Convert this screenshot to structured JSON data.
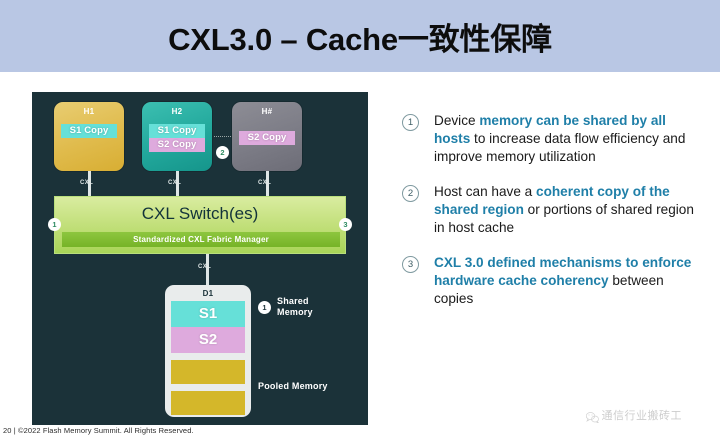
{
  "header": {
    "title": "CXL3.0 – Cache一致性保障",
    "band_color": "#b9c7e4"
  },
  "diagram": {
    "background": "#1b3239",
    "hosts": [
      {
        "label": "H1",
        "color": "#e0bb4c",
        "copies": [
          {
            "text": "S1 Copy",
            "color": "#66e0d8"
          }
        ]
      },
      {
        "label": "H2",
        "color": "#22a89c",
        "copies": [
          {
            "text": "S1 Copy",
            "color": "#66e0d8"
          },
          {
            "text": "S2 Copy",
            "color": "#deaadd"
          }
        ]
      },
      {
        "label": "H#",
        "color": "#7c7c86",
        "copies": [
          {
            "text": "S2 Copy",
            "color": "#deaadd"
          }
        ]
      }
    ],
    "link_labels": {
      "cxl_h1": "CXL",
      "cxl_h2": "CXL",
      "cxl_hx": "CXL",
      "cxl_device": "CXL"
    },
    "switch": {
      "title": "CXL Switch(es)",
      "fabric_manager": "Standardized CXL Fabric Manager",
      "color": "#c3e07c"
    },
    "device": {
      "label": "D1",
      "shared_rows": [
        {
          "text": "S1",
          "color": "#66e0d8"
        },
        {
          "text": "S2",
          "color": "#deaadd"
        }
      ],
      "pooled_rows": [
        {
          "text": "",
          "color": "#d4b72a"
        },
        {
          "text": "",
          "color": "#d4b72a"
        }
      ]
    },
    "annotations": {
      "shared_memory_line1": "Shared",
      "shared_memory_line2": "Memory",
      "pooled_memory": "Pooled Memory"
    },
    "badges": {
      "switch_left": "1",
      "switch_right": "3",
      "host_link": "2",
      "shared_memory": "1"
    }
  },
  "points": [
    {
      "number": "1",
      "segments": [
        {
          "text": "Device ",
          "highlight": false
        },
        {
          "text": "memory can be shared by all hosts",
          "highlight": true
        },
        {
          "text": " to increase data flow efficiency and improve memory utilization",
          "highlight": false
        }
      ]
    },
    {
      "number": "2",
      "segments": [
        {
          "text": "Host can have a ",
          "highlight": false
        },
        {
          "text": "coherent copy of the shared region",
          "highlight": true
        },
        {
          "text": " or portions of shared region in host cache",
          "highlight": false
        }
      ]
    },
    {
      "number": "3",
      "segments": [
        {
          "text": "CXL 3.0 defined mechanisms to enforce hardware cache coherency",
          "highlight": true
        },
        {
          "text": " between copies",
          "highlight": false
        }
      ]
    }
  ],
  "footer": {
    "text": "20 | ©2022 Flash Memory Summit. All Rights Reserved."
  },
  "watermark": {
    "text": "通信行业搬砖工"
  },
  "colors": {
    "highlight": "#1f7fa8",
    "panel": "#1b3239",
    "header": "#b9c7e4"
  }
}
